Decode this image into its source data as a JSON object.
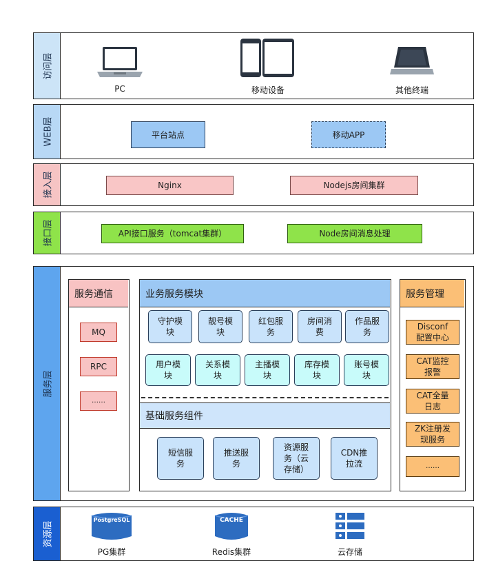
{
  "layers": {
    "access": {
      "label": "访问层",
      "items": [
        {
          "label": "PC",
          "icon": "laptop-icon"
        },
        {
          "label": "移动设备",
          "icon": "mobile-devices-icon"
        },
        {
          "label": "其他终端",
          "icon": "terminal-icon"
        }
      ]
    },
    "web": {
      "label": "WEB层",
      "items": [
        "平台站点",
        "移动APP"
      ]
    },
    "ingress": {
      "label": "接入层",
      "items": [
        "Nginx",
        "Nodejs房间集群"
      ]
    },
    "api": {
      "label": "接口层",
      "items": [
        "API接口服务（tomcat集群）",
        "Node房间消息处理"
      ]
    },
    "service": {
      "label": "服务层",
      "comm": {
        "title": "服务通信",
        "items": [
          "MQ",
          "RPC",
          "……"
        ]
      },
      "business": {
        "title": "业务服务模块",
        "row1": [
          "守护模\n块",
          "靓号模\n块",
          "红包服\n务",
          "房间消\n费",
          "作品服\n务"
        ],
        "row2": [
          "用户模\n块",
          "关系模\n块",
          "主播模\n块",
          "库存模\n块",
          "账号模\n块"
        ]
      },
      "basic": {
        "title": "基础服务组件",
        "items": [
          "短信服\n务",
          "推送服\n务",
          "资源服\n务（云\n存储）",
          "CDN推\n拉流"
        ]
      },
      "mgmt": {
        "title": "服务管理",
        "items": [
          "Disconf\n配置中心",
          "CAT监控\n报警",
          "CAT全量\n日志",
          "ZK注册发\n现服务",
          "……"
        ]
      }
    },
    "resource": {
      "label": "资源层",
      "items": [
        {
          "label": "PG集群",
          "badge": "PostgreSQL"
        },
        {
          "label": "Redis集群",
          "badge": "CACHE"
        },
        {
          "label": "云存储",
          "icon": "cloud-storage-icon"
        }
      ]
    }
  },
  "colors": {
    "access_tab": "#cce4f7",
    "web_tab": "#b8d8f5",
    "ingress_tab": "#f6c4c4",
    "api_tab": "#8fe34a",
    "service_tab": "#5ea5ee",
    "resource_tab": "#1a5fd1"
  }
}
